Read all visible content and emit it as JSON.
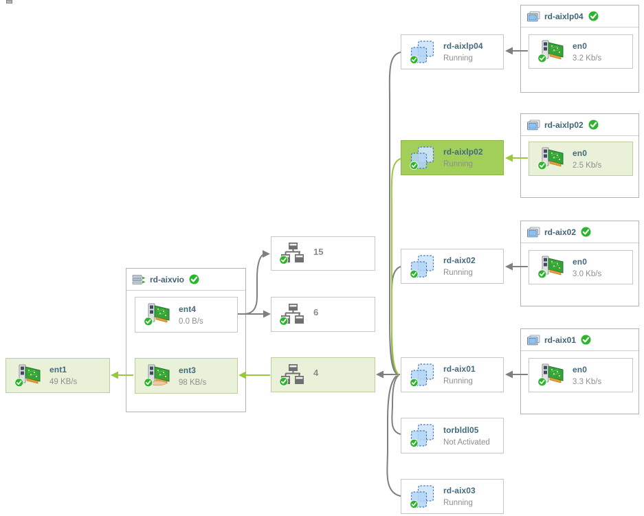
{
  "left_adapter": {
    "label": "ent1",
    "value": "49 KB/s",
    "highlighted": true
  },
  "vio_server": {
    "title": "rd-aixvio",
    "status": "ok",
    "adapters": [
      {
        "label": "ent4",
        "value": "0.0 B/s",
        "highlighted": false
      },
      {
        "label": "ent3",
        "value": "98 KB/s",
        "highlighted": true
      }
    ]
  },
  "vlans": [
    {
      "label": "15",
      "highlighted": false
    },
    {
      "label": "6",
      "highlighted": false
    },
    {
      "label": "4",
      "highlighted": true
    }
  ],
  "lpars": [
    {
      "label": "rd-aixlp04",
      "status": "Running",
      "selected": false
    },
    {
      "label": "rd-aixlp02",
      "status": "Running",
      "selected": true
    },
    {
      "label": "rd-aix02",
      "status": "Running",
      "selected": false
    },
    {
      "label": "rd-aix01",
      "status": "Running",
      "selected": false
    },
    {
      "label": "torbldl05",
      "status": "Not Activated",
      "selected": false
    },
    {
      "label": "rd-aix03",
      "status": "Running",
      "selected": false
    }
  ],
  "hosts": [
    {
      "title": "rd-aixlp04",
      "status": "ok",
      "adapter": {
        "label": "en0",
        "value": "3.2 Kb/s",
        "highlighted": false
      }
    },
    {
      "title": "rd-aixlp02",
      "status": "ok",
      "adapter": {
        "label": "en0",
        "value": "2.5 Kb/s",
        "highlighted": true
      }
    },
    {
      "title": "rd-aix02",
      "status": "ok",
      "adapter": {
        "label": "en0",
        "value": "3.0 Kb/s",
        "highlighted": false
      }
    },
    {
      "title": "rd-aix01",
      "status": "ok",
      "adapter": {
        "label": "en0",
        "value": "3.3 Kb/s",
        "highlighted": false
      }
    }
  ],
  "edges": [
    {
      "from": "rd-aixlp04.en0",
      "to": "lpar rd-aixlp04",
      "color": "gray"
    },
    {
      "from": "rd-aixlp02.en0",
      "to": "lpar rd-aixlp02",
      "color": "green"
    },
    {
      "from": "rd-aix02.en0",
      "to": "lpar rd-aix02",
      "color": "gray"
    },
    {
      "from": "rd-aix01.en0",
      "to": "lpar rd-aix01",
      "color": "gray"
    },
    {
      "from": "lpar rd-aixlp04",
      "to": "vlan 4",
      "color": "gray"
    },
    {
      "from": "lpar rd-aixlp02",
      "to": "vlan 4",
      "color": "green"
    },
    {
      "from": "lpar rd-aix02",
      "to": "vlan 4",
      "color": "gray"
    },
    {
      "from": "lpar rd-aix01",
      "to": "vlan 4",
      "color": "gray"
    },
    {
      "from": "lpar torbldl05",
      "to": "vlan 4",
      "color": "gray"
    },
    {
      "from": "lpar rd-aix03",
      "to": "vlan 4",
      "color": "gray"
    },
    {
      "from": "ent4",
      "to": "vlan 15",
      "color": "gray"
    },
    {
      "from": "ent4",
      "to": "vlan 6",
      "color": "gray"
    },
    {
      "from": "vlan 4",
      "to": "ent3",
      "color": "green"
    },
    {
      "from": "ent3",
      "to": "ent1",
      "color": "green"
    }
  ],
  "icons": {
    "nic": "nic-adapter-icon",
    "sea": "shared-ethernet-adapter-icon",
    "vlan": "vlan-network-icon",
    "lpar": "lpar-partition-icon",
    "vios": "vio-server-icon",
    "host": "host-monitor-icon",
    "check": "status-ok-check-icon"
  },
  "colors": {
    "highlight_bg": "#e9f2d9",
    "selected_bg": "#a1cf5a",
    "arrow_gray": "#7f7f7f",
    "arrow_green": "#97c83e",
    "label": "#44697d",
    "muted": "#8e8e8e",
    "status_ok": "#2cb52c"
  }
}
